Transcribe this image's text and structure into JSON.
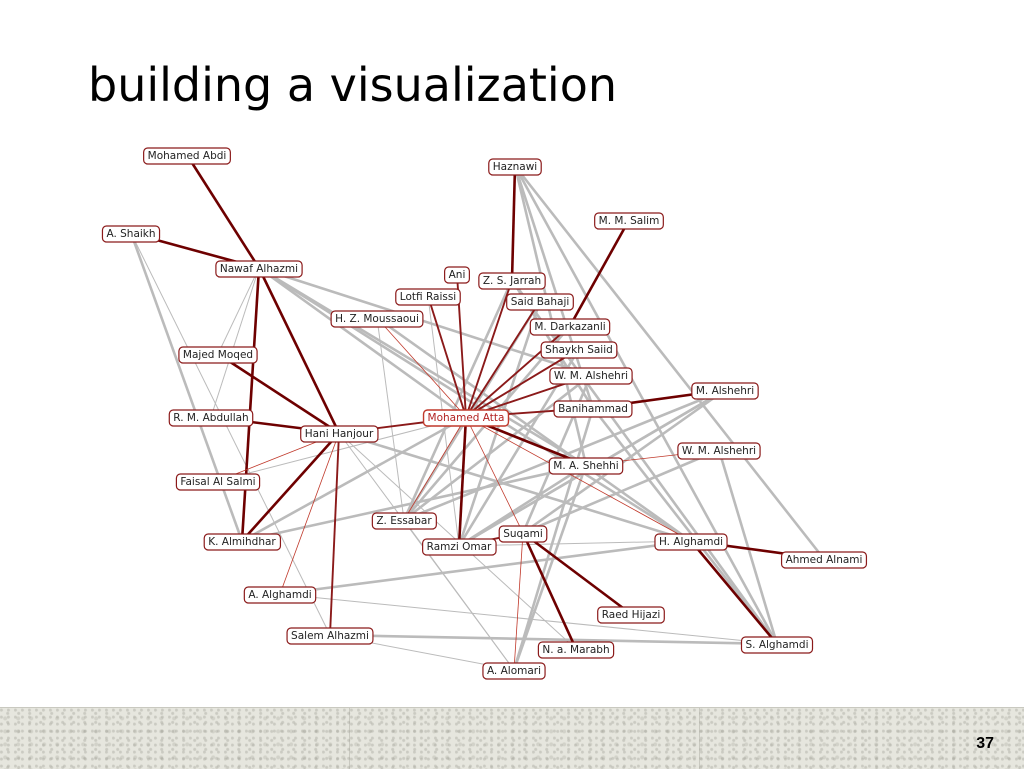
{
  "slide": {
    "title": "building a visualization",
    "page_number": "37"
  },
  "colors": {
    "strong_edge": "#6e0000",
    "medium_edge": "#8b1a1a",
    "red_edge": "#c0392b",
    "gray_edge": "#bbbbbb",
    "node_border": "#8b1a1a",
    "center_text": "#b22222"
  },
  "graph": {
    "nodes": [
      {
        "id": "mohamed_abdi",
        "label": "Mohamed Abdi"
      },
      {
        "id": "haznawi",
        "label": "Haznawi"
      },
      {
        "id": "a_shaikh",
        "label": "A. Shaikh"
      },
      {
        "id": "m_m_salim",
        "label": "M. M. Salim"
      },
      {
        "id": "nawaf_alhazmi",
        "label": "Nawaf Alhazmi"
      },
      {
        "id": "ani",
        "label": "Ani"
      },
      {
        "id": "z_s_jarrah",
        "label": "Z. S. Jarrah"
      },
      {
        "id": "lotfi_raissi",
        "label": "Lotfi Raissi"
      },
      {
        "id": "said_bahaji",
        "label": "Said Bahaji"
      },
      {
        "id": "h_z_moussaoui",
        "label": "H. Z. Moussaoui"
      },
      {
        "id": "m_darkazanli",
        "label": "M. Darkazanli"
      },
      {
        "id": "majed_moqed",
        "label": "Majed Moqed"
      },
      {
        "id": "shaykh_saiid",
        "label": "Shaykh Saiid"
      },
      {
        "id": "w_m_alshehri_1",
        "label": "W. M. Alshehri"
      },
      {
        "id": "m_alshehri",
        "label": "M. Alshehri"
      },
      {
        "id": "r_m_abdullah",
        "label": "R. M. Abdullah"
      },
      {
        "id": "mohamed_atta",
        "label": "Mohamed Atta",
        "center": true
      },
      {
        "id": "banihammad",
        "label": "Banihammad"
      },
      {
        "id": "hani_hanjour",
        "label": "Hani Hanjour"
      },
      {
        "id": "w_m_alshehri_2",
        "label": "W. M. Alshehri"
      },
      {
        "id": "m_a_shehhi",
        "label": "M. A. Shehhi"
      },
      {
        "id": "faisal_al_salmi",
        "label": "Faisal Al Salmi"
      },
      {
        "id": "z_essabar",
        "label": "Z. Essabar"
      },
      {
        "id": "suqami",
        "label": "Suqami"
      },
      {
        "id": "k_almihdhar",
        "label": "K. Almihdhar"
      },
      {
        "id": "ramzi_omar",
        "label": "Ramzi Omar"
      },
      {
        "id": "h_alghamdi",
        "label": "H. Alghamdi"
      },
      {
        "id": "ahmed_alnami",
        "label": "Ahmed Alnami"
      },
      {
        "id": "a_alghamdi",
        "label": "A. Alghamdi"
      },
      {
        "id": "raed_hijazi",
        "label": "Raed Hijazi"
      },
      {
        "id": "salem_alhazmi",
        "label": "Salem Alhazmi"
      },
      {
        "id": "n_a_marabh",
        "label": "N. a. Marabh"
      },
      {
        "id": "s_alghamdi",
        "label": "S. Alghamdi"
      },
      {
        "id": "a_alomari",
        "label": "A. Alomari"
      }
    ],
    "edges": [
      [
        "mohamed_abdi",
        "nawaf_alhazmi",
        "strong"
      ],
      [
        "a_shaikh",
        "nawaf_alhazmi",
        "strong"
      ],
      [
        "nawaf_alhazmi",
        "hani_hanjour",
        "strong"
      ],
      [
        "nawaf_alhazmi",
        "k_almihdhar",
        "strong"
      ],
      [
        "majed_moqed",
        "hani_hanjour",
        "strong"
      ],
      [
        "r_m_abdullah",
        "hani_hanjour",
        "strong"
      ],
      [
        "hani_hanjour",
        "k_almihdhar",
        "strong"
      ],
      [
        "hani_hanjour",
        "salem_alhazmi",
        "medium"
      ],
      [
        "hani_hanjour",
        "faisal_al_salmi",
        "thin"
      ],
      [
        "hani_hanjour",
        "a_alghamdi",
        "thin"
      ],
      [
        "hani_hanjour",
        "mohamed_atta",
        "medium"
      ],
      [
        "haznawi",
        "z_s_jarrah",
        "strong"
      ],
      [
        "m_m_salim",
        "m_darkazanli",
        "strong"
      ],
      [
        "mohamed_atta",
        "ani",
        "medium"
      ],
      [
        "mohamed_atta",
        "lotfi_raissi",
        "medium"
      ],
      [
        "mohamed_atta",
        "h_z_moussaoui",
        "thin"
      ],
      [
        "mohamed_atta",
        "z_s_jarrah",
        "medium"
      ],
      [
        "mohamed_atta",
        "said_bahaji",
        "medium"
      ],
      [
        "mohamed_atta",
        "m_darkazanli",
        "medium"
      ],
      [
        "mohamed_atta",
        "shaykh_saiid",
        "medium"
      ],
      [
        "mohamed_atta",
        "w_m_alshehri_1",
        "medium"
      ],
      [
        "mohamed_atta",
        "banihammad",
        "medium"
      ],
      [
        "mohamed_atta",
        "m_a_shehhi",
        "strong"
      ],
      [
        "mohamed_atta",
        "ramzi_omar",
        "strong"
      ],
      [
        "mohamed_atta",
        "suqami",
        "thin"
      ],
      [
        "mohamed_atta",
        "z_essabar",
        "thin"
      ],
      [
        "mohamed_atta",
        "h_alghamdi",
        "thin"
      ],
      [
        "m_alshehri",
        "banihammad",
        "strong"
      ],
      [
        "m_a_shehhi",
        "w_m_alshehri_2",
        "thin"
      ],
      [
        "h_alghamdi",
        "ahmed_alnami",
        "strong"
      ],
      [
        "h_alghamdi",
        "s_alghamdi",
        "strong"
      ],
      [
        "suqami",
        "raed_hijazi",
        "strong"
      ],
      [
        "suqami",
        "n_a_marabh",
        "strong"
      ],
      [
        "suqami",
        "a_alomari",
        "thin"
      ],
      [
        "suqami",
        "ramzi_omar",
        "medium"
      ],
      [
        "nawaf_alhazmi",
        "w_m_alshehri_1",
        "gray"
      ],
      [
        "nawaf_alhazmi",
        "m_a_shehhi",
        "gray"
      ],
      [
        "nawaf_alhazmi",
        "h_alghamdi",
        "gray"
      ],
      [
        "nawaf_alhazmi",
        "mohamed_atta",
        "gray"
      ],
      [
        "nawaf_alhazmi",
        "majed_moqed",
        "graythin"
      ],
      [
        "nawaf_alhazmi",
        "r_m_abdullah",
        "graythin"
      ],
      [
        "a_shaikh",
        "k_almihdhar",
        "gray"
      ],
      [
        "a_shaikh",
        "salem_alhazmi",
        "graythin"
      ],
      [
        "haznawi",
        "s_alghamdi",
        "gray"
      ],
      [
        "haznawi",
        "ahmed_alnami",
        "gray"
      ],
      [
        "haznawi",
        "m_a_shehhi",
        "gray"
      ],
      [
        "haznawi",
        "banihammad",
        "gray"
      ],
      [
        "z_s_jarrah",
        "s_alghamdi",
        "gray"
      ],
      [
        "z_s_jarrah",
        "z_essabar",
        "gray"
      ],
      [
        "z_s_jarrah",
        "banihammad",
        "gray"
      ],
      [
        "said_bahaji",
        "ramzi_omar",
        "gray"
      ],
      [
        "said_bahaji",
        "z_essabar",
        "gray"
      ],
      [
        "m_darkazanli",
        "z_essabar",
        "gray"
      ],
      [
        "shaykh_saiid",
        "ramzi_omar",
        "gray"
      ],
      [
        "w_m_alshehri_1",
        "suqami",
        "gray"
      ],
      [
        "w_m_alshehri_1",
        "z_essabar",
        "gray"
      ],
      [
        "m_alshehri",
        "ramzi_omar",
        "gray"
      ],
      [
        "m_alshehri",
        "suqami",
        "gray"
      ],
      [
        "banihammad",
        "s_alghamdi",
        "gray"
      ],
      [
        "banihammad",
        "a_alomari",
        "gray"
      ],
      [
        "w_m_alshehri_2",
        "s_alghamdi",
        "gray"
      ],
      [
        "w_m_alshehri_2",
        "suqami",
        "gray"
      ],
      [
        "m_a_shehhi",
        "a_alomari",
        "gray"
      ],
      [
        "m_a_shehhi",
        "ramzi_omar",
        "gray"
      ],
      [
        "h_z_moussaoui",
        "h_alghamdi",
        "gray"
      ],
      [
        "h_z_moussaoui",
        "z_essabar",
        "graythin"
      ],
      [
        "lotfi_raissi",
        "ramzi_omar",
        "graythin"
      ],
      [
        "hani_hanjour",
        "a_alomari",
        "graythin"
      ],
      [
        "hani_hanjour",
        "n_a_marabh",
        "graythin"
      ],
      [
        "hani_hanjour",
        "h_alghamdi",
        "gray"
      ],
      [
        "faisal_al_salmi",
        "mohamed_atta",
        "graythin"
      ],
      [
        "k_almihdhar",
        "m_a_shehhi",
        "gray"
      ],
      [
        "k_almihdhar",
        "mohamed_atta",
        "gray"
      ],
      [
        "a_alghamdi",
        "h_alghamdi",
        "gray"
      ],
      [
        "a_alghamdi",
        "s_alghamdi",
        "graythin"
      ],
      [
        "salem_alhazmi",
        "s_alghamdi",
        "gray"
      ],
      [
        "salem_alhazmi",
        "a_alomari",
        "graythin"
      ],
      [
        "a_alomari",
        "z_essabar",
        "graythin"
      ],
      [
        "z_essabar",
        "m_alshehri",
        "gray"
      ],
      [
        "ramzi_omar",
        "h_alghamdi",
        "graythin"
      ],
      [
        "ramzi_omar",
        "m_alshehri",
        "gray"
      ]
    ]
  }
}
